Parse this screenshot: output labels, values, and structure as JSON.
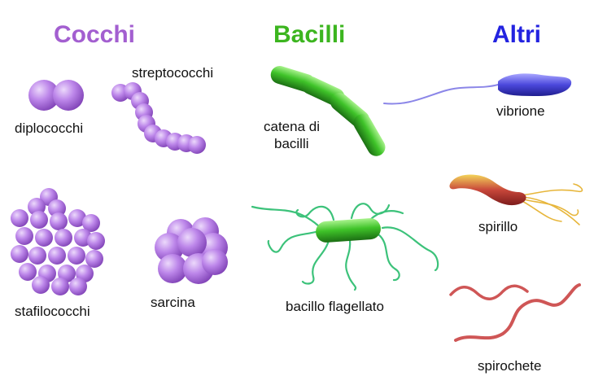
{
  "headers": {
    "cocchi": "Cocchi",
    "bacilli": "Bacilli",
    "altri": "Altri"
  },
  "labels": {
    "diplococchi": "diplococchi",
    "streptococchi": "streptococchi",
    "catena_bacilli_1": "catena di",
    "catena_bacilli_2": "bacilli",
    "vibrione": "vibrione",
    "spirillo": "spirillo",
    "stafilococchi": "stafilococchi",
    "sarcina": "sarcina",
    "bacillo_flagellato": "bacillo flagellato",
    "spirochete": "spirochete"
  },
  "colors": {
    "cocchi": "#a35fd0",
    "bacilli": "#3cb51f",
    "altri": "#2323e0",
    "coccus_fill": "#b67de8",
    "bacillus_fill": "#3fc329",
    "vibrio_fill": "#4b48dc",
    "spirillum_fill": "#c8473a",
    "spirochete_fill": "#cf5656"
  }
}
